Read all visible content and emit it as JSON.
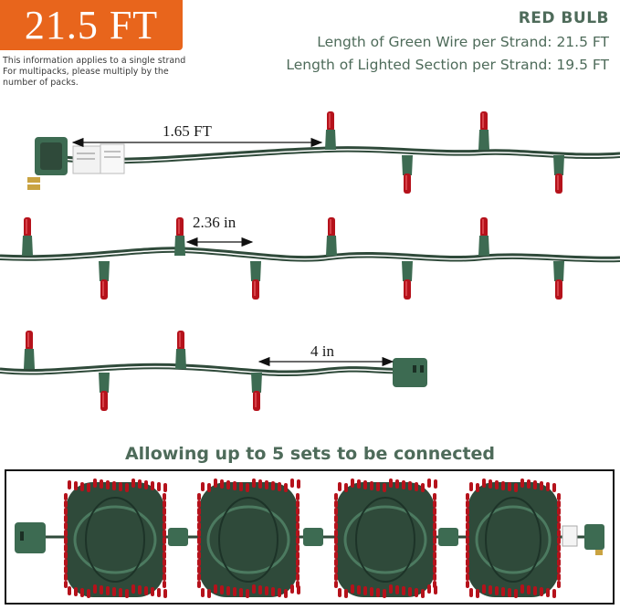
{
  "badge": {
    "text": "21.5 FT",
    "color": "#e8651c"
  },
  "note": [
    "This information applies to a single strand",
    "For multipacks, please multiply by the",
    "number of packs."
  ],
  "spec": {
    "title": "RED BULB",
    "green_wire_length": "Length of Green Wire per Strand: 21.5 FT",
    "lighted_section_length": "Length of Lighted Section per Strand: 19.5 FT",
    "color": "#4e6b5a"
  },
  "measurements": {
    "plug_to_first_bulb": "1.65 FT",
    "bulb_spacing": "2.36 in",
    "last_bulb_to_end": "4 in"
  },
  "headline": "Allowing up to 5 sets to be connected",
  "colors": {
    "wire": "#2f4a3a",
    "socket": "#3d6b52",
    "bulb": "#b5121b"
  }
}
